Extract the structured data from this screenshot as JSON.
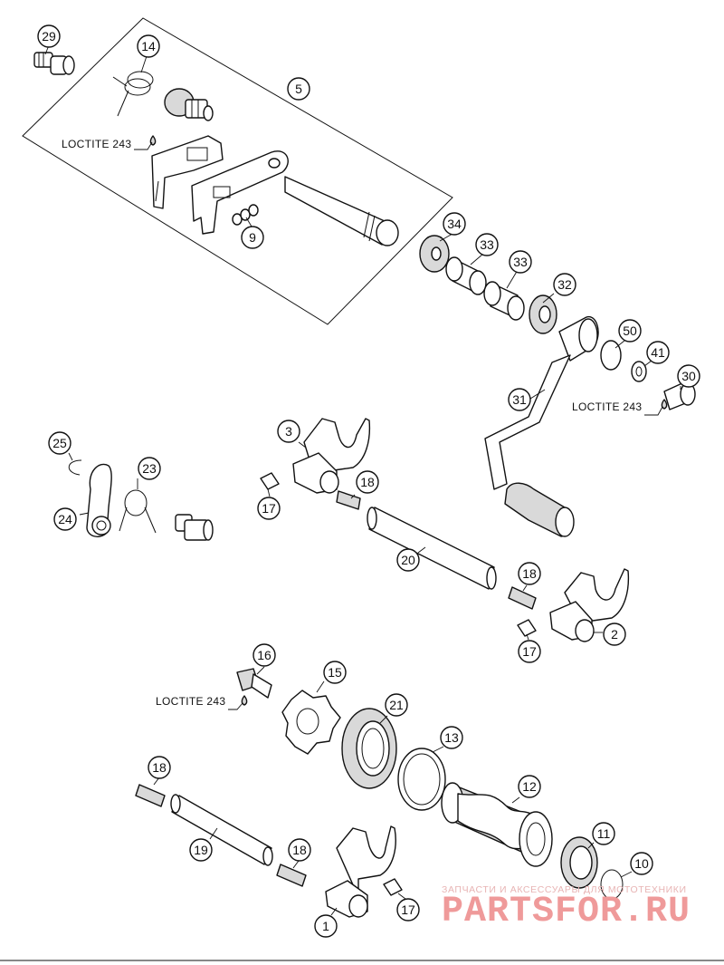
{
  "callouts": [
    {
      "id": "c29",
      "label": "29"
    },
    {
      "id": "c14",
      "label": "14"
    },
    {
      "id": "c5",
      "label": "5"
    },
    {
      "id": "c9",
      "label": "9"
    },
    {
      "id": "c34",
      "label": "34"
    },
    {
      "id": "c33a",
      "label": "33"
    },
    {
      "id": "c33b",
      "label": "33"
    },
    {
      "id": "c32",
      "label": "32"
    },
    {
      "id": "c50",
      "label": "50"
    },
    {
      "id": "c41",
      "label": "41"
    },
    {
      "id": "c30",
      "label": "30"
    },
    {
      "id": "c31",
      "label": "31"
    },
    {
      "id": "c25",
      "label": "25"
    },
    {
      "id": "c23",
      "label": "23"
    },
    {
      "id": "c24",
      "label": "24"
    },
    {
      "id": "c3",
      "label": "3"
    },
    {
      "id": "c18a",
      "label": "18"
    },
    {
      "id": "c17a",
      "label": "17"
    },
    {
      "id": "c20",
      "label": "20"
    },
    {
      "id": "c18b",
      "label": "18"
    },
    {
      "id": "c2",
      "label": "2"
    },
    {
      "id": "c17b",
      "label": "17"
    },
    {
      "id": "c16",
      "label": "16"
    },
    {
      "id": "c15",
      "label": "15"
    },
    {
      "id": "c21",
      "label": "21"
    },
    {
      "id": "c13",
      "label": "13"
    },
    {
      "id": "c12",
      "label": "12"
    },
    {
      "id": "c18c",
      "label": "18"
    },
    {
      "id": "c19",
      "label": "19"
    },
    {
      "id": "c18d",
      "label": "18"
    },
    {
      "id": "c11",
      "label": "11"
    },
    {
      "id": "c10",
      "label": "10"
    },
    {
      "id": "c1",
      "label": "1"
    },
    {
      "id": "c17c",
      "label": "17"
    }
  ],
  "notes": {
    "loctite_1": "LOCTITE 243",
    "loctite_2": "LOCTITE 243",
    "loctite_3": "LOCTITE 243"
  },
  "watermark": {
    "caption": "ЗАПЧАСТИ И АКСЕССУАРЫ ДЛЯ МОТОТЕХНИКИ",
    "logo_text": "PARTSFOR.RU",
    "color": "#ef9a9a"
  }
}
